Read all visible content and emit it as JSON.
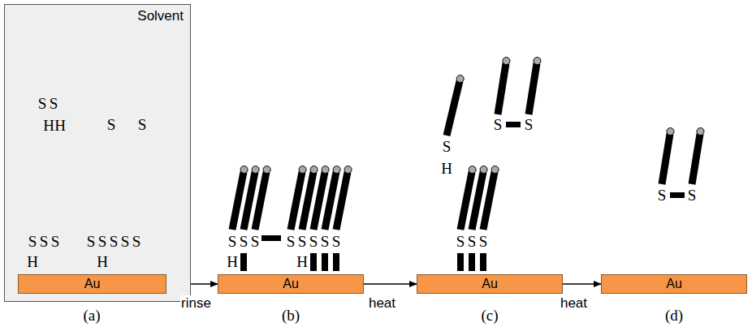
{
  "diagram": {
    "nodes": [
      {
        "text": [
          "Solvent"
        ]
      },
      {
        "text": [
          "Au"
        ],
        "in": 0
      },
      {
        "text": [
          "Au"
        ]
      },
      {
        "text": [
          "Au"
        ]
      },
      {
        "text": [
          "Au"
        ]
      }
    ],
    "edges": [
      {
        "from": 0,
        "to": 2,
        "arrow": "to",
        "label": "rinse"
      },
      {
        "from": 2,
        "to": 3,
        "arrow": "to",
        "label": "heat"
      },
      {
        "from": 3,
        "to": 4,
        "arrow": "to",
        "label": "heat"
      }
    ],
    "labels": [
      "S",
      "S",
      "H",
      "H",
      "S",
      "S",
      "S",
      "S",
      "S",
      "S",
      "S",
      "S",
      "S",
      "S",
      "H",
      "H",
      "S",
      "S",
      "S",
      "S",
      "S",
      "S",
      "S",
      "S",
      "H",
      "H",
      "S",
      "H",
      "S",
      "S",
      "S",
      "S",
      "S",
      "S",
      "S",
      "(a)",
      "(b)",
      "(c)",
      "(d)"
    ]
  }
}
